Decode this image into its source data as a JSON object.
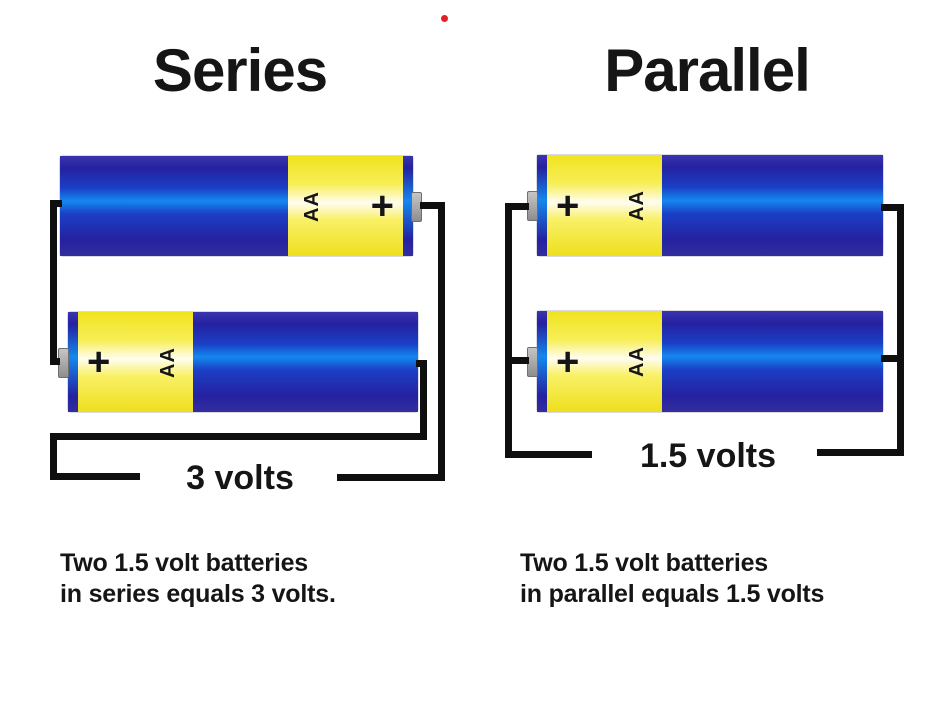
{
  "colors": {
    "wire": "#0f0f0f",
    "text": "#151515",
    "battery_blue_dark": "#2521a0",
    "battery_blue_mid": "#1b3fc6",
    "battery_blue_highlight": "#1488ef",
    "battery_yellow": "#f0e320",
    "battery_yellow_highlight": "#fffdf0",
    "terminal_gray_light": "#c6c6c6",
    "terminal_gray_dark": "#8e8e8e",
    "red_dot": "#dd2323"
  },
  "series": {
    "title": "Series",
    "voltage_label": "3 volts",
    "caption": {
      "line1": "Two 1.5 volt batteries",
      "line2": "in series equals 3 volts."
    },
    "batteries": [
      {
        "size_label": "AA",
        "terminal_label": "+",
        "orientation": "positive-right"
      },
      {
        "size_label": "AA",
        "terminal_label": "+",
        "orientation": "positive-left"
      }
    ]
  },
  "parallel": {
    "title": "Parallel",
    "voltage_label": "1.5 volts",
    "caption": {
      "line1": "Two 1.5 volt batteries",
      "line2": "in parallel equals 1.5 volts"
    },
    "batteries": [
      {
        "size_label": "AA",
        "terminal_label": "+",
        "orientation": "positive-left"
      },
      {
        "size_label": "AA",
        "terminal_label": "+",
        "orientation": "positive-left"
      }
    ]
  }
}
